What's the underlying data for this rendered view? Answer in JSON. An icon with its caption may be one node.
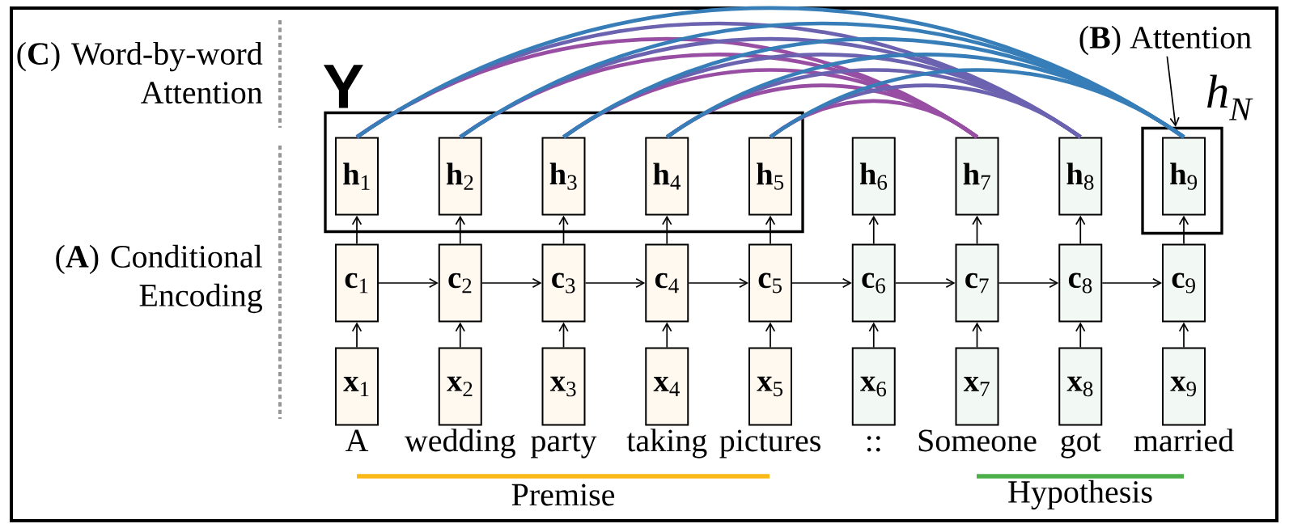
{
  "diagram": {
    "nodes": [
      {
        "text": [
          "(**B**) Attention"
        ]
      },
      {
        "text": [
          "Y"
        ]
      },
      {
        "text": [
          "h$_{N}$"
        ]
      },
      {
        "text": [
          "**h**$_{1}$"
        ],
        "in": 1
      },
      {
        "text": [
          "**h**$_{2}$"
        ],
        "in": 1
      },
      {
        "text": [
          "**h**$_{3}$"
        ],
        "in": 1
      },
      {
        "text": [
          "**h**$_{4}$"
        ],
        "in": 1
      },
      {
        "text": [
          "**h**$_{5}$"
        ],
        "in": 1
      },
      {
        "text": [
          "**h**$_{6}$"
        ]
      },
      {
        "text": [
          "**h**$_{7}$"
        ]
      },
      {
        "text": [
          "**h**$_{8}$"
        ]
      },
      {
        "text": [
          "**h**$_{9}$"
        ],
        "in": 2
      },
      {
        "text": [
          "**c**$_{1}$"
        ]
      },
      {
        "text": [
          "**c**$_{2}$"
        ]
      },
      {
        "text": [
          "**c**$_{3}$"
        ]
      },
      {
        "text": [
          "**c**$_{4}$"
        ]
      },
      {
        "text": [
          "**c**$_{5}$"
        ]
      },
      {
        "text": [
          "**c**$_{6}$"
        ]
      },
      {
        "text": [
          "**c**$_{7}$"
        ]
      },
      {
        "text": [
          "**c**$_{8}$"
        ]
      },
      {
        "text": [
          "**c**$_{9}$"
        ]
      },
      {
        "text": [
          "**x**$_{1}$"
        ]
      },
      {
        "text": [
          "**x**$_{2}$"
        ]
      },
      {
        "text": [
          "**x**$_{3}$"
        ]
      },
      {
        "text": [
          "**x**$_{4}$"
        ]
      },
      {
        "text": [
          "**x**$_{5}$"
        ]
      },
      {
        "text": [
          "**x**$_{6}$"
        ]
      },
      {
        "text": [
          "**x**$_{7}$"
        ]
      },
      {
        "text": [
          "**x**$_{8}$"
        ]
      },
      {
        "text": [
          "**x**$_{9}$"
        ]
      }
    ],
    "edges": [
      {
        "from": 0,
        "to": 2,
        "arrow": "to"
      },
      {
        "from": 21,
        "to": 12,
        "arrow": "to"
      },
      {
        "from": 22,
        "to": 13,
        "arrow": "to"
      },
      {
        "from": 23,
        "to": 14,
        "arrow": "to"
      },
      {
        "from": 24,
        "to": 15,
        "arrow": "to"
      },
      {
        "from": 25,
        "to": 16,
        "arrow": "to"
      },
      {
        "from": 26,
        "to": 17,
        "arrow": "to"
      },
      {
        "from": 27,
        "to": 18,
        "arrow": "to"
      },
      {
        "from": 28,
        "to": 19,
        "arrow": "to"
      },
      {
        "from": 29,
        "to": 20,
        "arrow": "to"
      },
      {
        "from": 12,
        "to": 3,
        "arrow": "to"
      },
      {
        "from": 13,
        "to": 4,
        "arrow": "to"
      },
      {
        "from": 14,
        "to": 5,
        "arrow": "to"
      },
      {
        "from": 15,
        "to": 6,
        "arrow": "to"
      },
      {
        "from": 16,
        "to": 7,
        "arrow": "to"
      },
      {
        "from": 17,
        "to": 8,
        "arrow": "to"
      },
      {
        "from": 18,
        "to": 9,
        "arrow": "to"
      },
      {
        "from": 19,
        "to": 10,
        "arrow": "to"
      },
      {
        "from": 20,
        "to": 11,
        "arrow": "to"
      },
      {
        "from": 12,
        "to": 13,
        "arrow": "to"
      },
      {
        "from": 13,
        "to": 14,
        "arrow": "to"
      },
      {
        "from": 14,
        "to": 15,
        "arrow": "to"
      },
      {
        "from": 15,
        "to": 16,
        "arrow": "to"
      },
      {
        "from": 16,
        "to": 17,
        "arrow": "to"
      },
      {
        "from": 17,
        "to": 18,
        "arrow": "to"
      },
      {
        "from": 18,
        "to": 19,
        "arrow": "to"
      },
      {
        "from": 19,
        "to": 20,
        "arrow": "to"
      },
      {
        "from": 9,
        "to": 3,
        "arrow": "none",
        "style": "thick",
        "color": "#984ea3"
      },
      {
        "from": 9,
        "to": 4,
        "arrow": "none",
        "style": "thick",
        "color": "#984ea3"
      },
      {
        "from": 9,
        "to": 5,
        "arrow": "none",
        "style": "thick",
        "color": "#984ea3"
      },
      {
        "from": 9,
        "to": 6,
        "arrow": "none",
        "style": "thick",
        "color": "#984ea3"
      },
      {
        "from": 9,
        "to": 7,
        "arrow": "none",
        "style": "thick",
        "color": "#984ea3"
      },
      {
        "from": 10,
        "to": 3,
        "arrow": "none",
        "style": "thick",
        "color": "#6b62b0"
      },
      {
        "from": 10,
        "to": 4,
        "arrow": "none",
        "style": "thick",
        "color": "#6b62b0"
      },
      {
        "from": 10,
        "to": 5,
        "arrow": "none",
        "style": "thick",
        "color": "#6b62b0"
      },
      {
        "from": 10,
        "to": 6,
        "arrow": "none",
        "style": "thick",
        "color": "#6b62b0"
      },
      {
        "from": 10,
        "to": 7,
        "arrow": "none",
        "style": "thick",
        "color": "#6b62b0"
      },
      {
        "from": 11,
        "to": 3,
        "arrow": "none",
        "style": "thick",
        "color": "#377eb8"
      },
      {
        "from": 11,
        "to": 4,
        "arrow": "none",
        "style": "thick",
        "color": "#377eb8"
      },
      {
        "from": 11,
        "to": 5,
        "arrow": "none",
        "style": "thick",
        "color": "#377eb8"
      },
      {
        "from": 11,
        "to": 6,
        "arrow": "none",
        "style": "thick",
        "color": "#377eb8"
      },
      {
        "from": 11,
        "to": 7,
        "arrow": "none",
        "style": "thick",
        "color": "#377eb8"
      }
    ],
    "labels": [
      "(**C**) Word-by-word Attention",
      "(**A**) Conditional Encoding",
      "A",
      "wedding",
      "party",
      "taking",
      "pictures",
      "::",
      "Someone",
      "got",
      "married",
      "Premise",
      "Hypothesis"
    ]
  }
}
